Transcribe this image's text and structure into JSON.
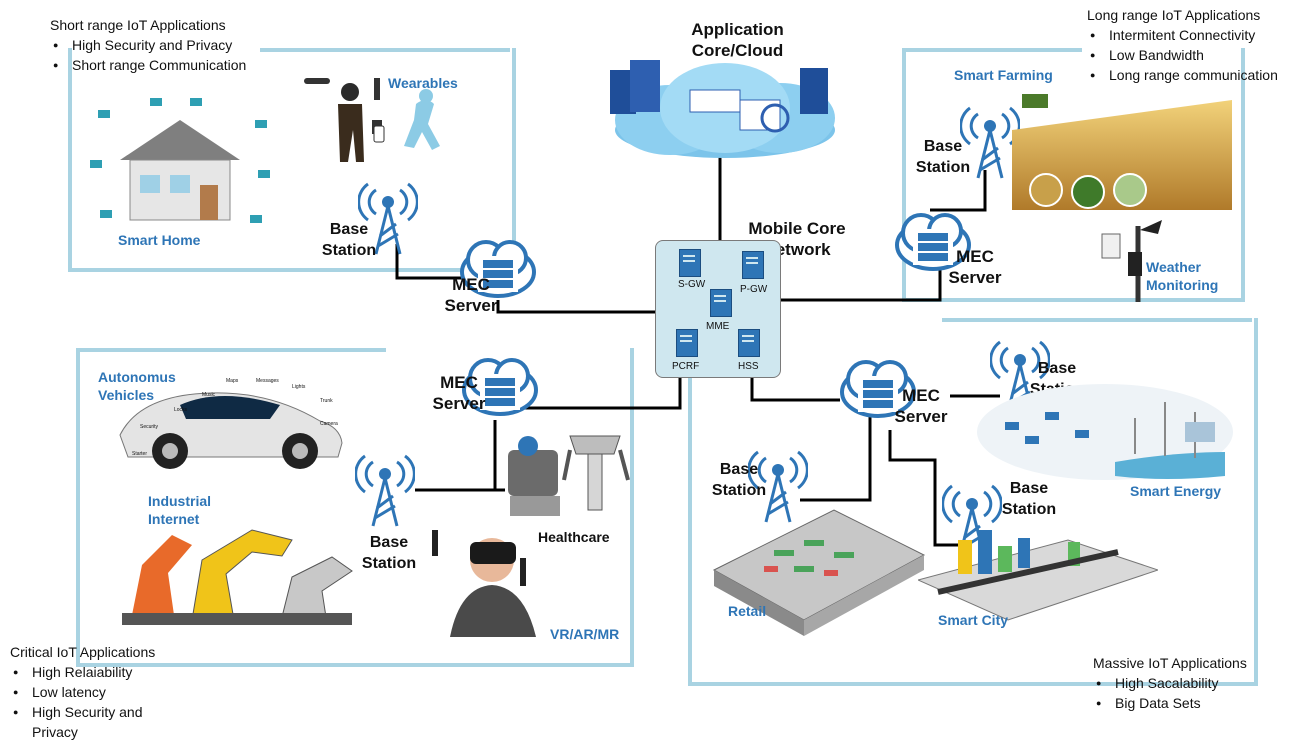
{
  "cloud": {
    "title": "Application Core/Cloud"
  },
  "core": {
    "title": "Mobile Core Network",
    "nodes": {
      "sgw": "S-GW",
      "pgw": "P-GW",
      "mme": "MME",
      "pcrf": "PCRF",
      "hss": "HSS"
    }
  },
  "groups": {
    "short": {
      "heading": "Short range IoT Applications",
      "bullets": [
        "High Security and Privacy",
        "Short range Communication"
      ]
    },
    "long": {
      "heading": "Long  range IoT Applications",
      "bullets": [
        "Intermitent Connectivity",
        "Low Bandwidth",
        "Long range communication"
      ]
    },
    "critical": {
      "heading": "Critical IoT Applications",
      "bullets": [
        "High Relaiability",
        "Low latency",
        "High Security and Privacy"
      ]
    },
    "massive": {
      "heading": "Massive IoT Applications",
      "bullets": [
        "High Sacalability",
        "Big Data Sets"
      ]
    }
  },
  "apps": {
    "smart_home": "Smart Home",
    "wearables": "Wearables",
    "smart_farming": "Smart Farming",
    "weather": "Weather Monitoring",
    "vehicles": "Autonomus Vehicles",
    "industrial": "Industrial Internet",
    "healthcare": "Healthcare",
    "vr": "VR/AR/MR",
    "retail": "Retail",
    "smart_city": "Smart City",
    "smart_energy": "Smart Energy"
  },
  "car_features": [
    "Maps",
    "Messages",
    "Music",
    "Lights",
    "Locks",
    "Trunk",
    "Security",
    "Camera",
    "Starter"
  ],
  "labels": {
    "base_station": "Base Station",
    "mec_server": "MEC Server"
  },
  "colors": {
    "accent": "#2e75b6",
    "bracket": "#a9d3e2",
    "link": "#000000"
  }
}
